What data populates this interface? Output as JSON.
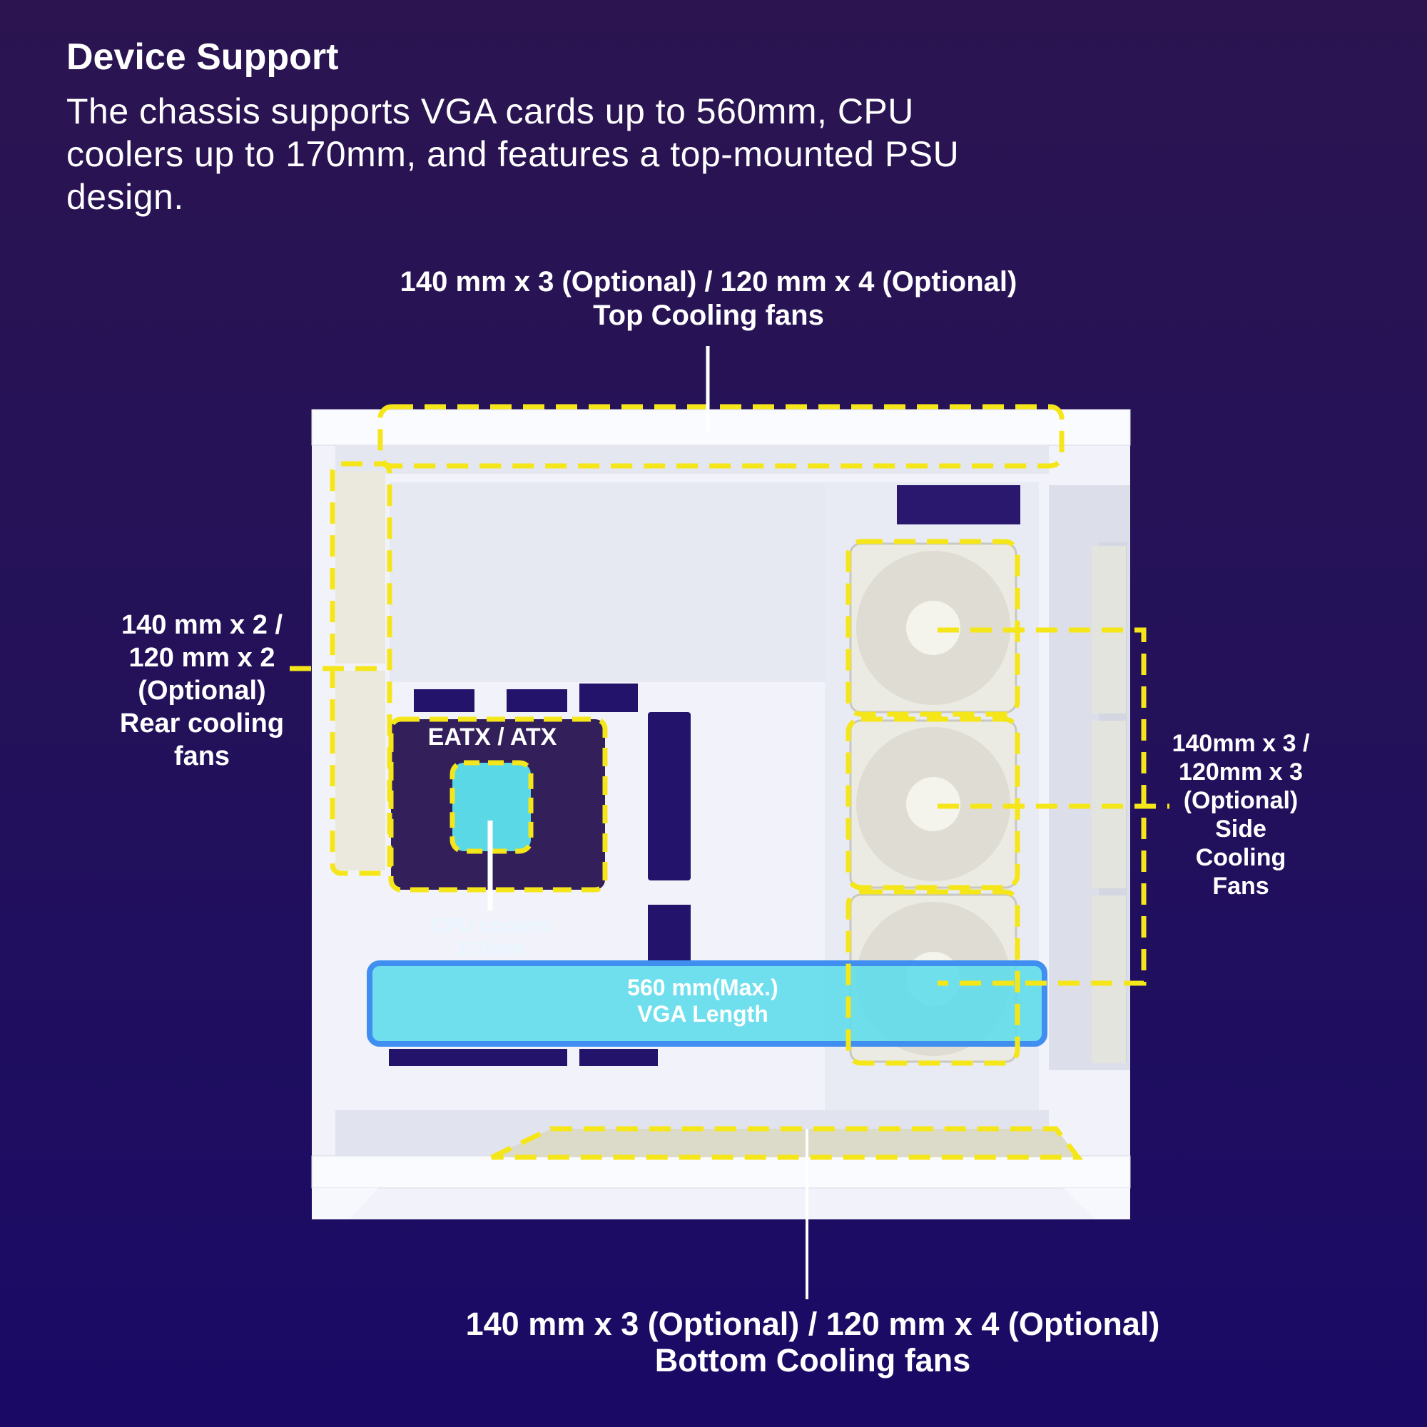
{
  "header": {
    "title": "Device Support",
    "description": "The chassis supports VGA cards up to 560mm, CPU coolers up to 170mm, and features a top-mounted PSU design."
  },
  "labels": {
    "top": [
      "140 mm x 3 (Optional) / 120 mm x 4 (Optional)",
      "Top Cooling fans"
    ],
    "rear": [
      "140 mm x 2 /",
      "120 mm x 2",
      "(Optional)",
      "Rear cooling",
      "fans"
    ],
    "side": [
      "140mm x 3 /",
      "120mm x 3",
      "(Optional)",
      "Side",
      "Cooling",
      "Fans"
    ],
    "bottom": [
      "140 mm x 3 (Optional) / 120 mm x 4 (Optional)",
      "Bottom Cooling fans"
    ],
    "motherboard": "EATX / ATX",
    "cpu": [
      "CPU coolers",
      "170mm"
    ],
    "vga": [
      "560 mm(Max.)",
      "VGA Length"
    ]
  },
  "colors": {
    "highlight": "#f5e61a",
    "cpu_zone": "#5bd8e6",
    "vga_zone": "#5cdcea",
    "vga_border": "#3f8ef0",
    "motherboard_zone": "#33205a",
    "chassis": "#eef0f8"
  }
}
